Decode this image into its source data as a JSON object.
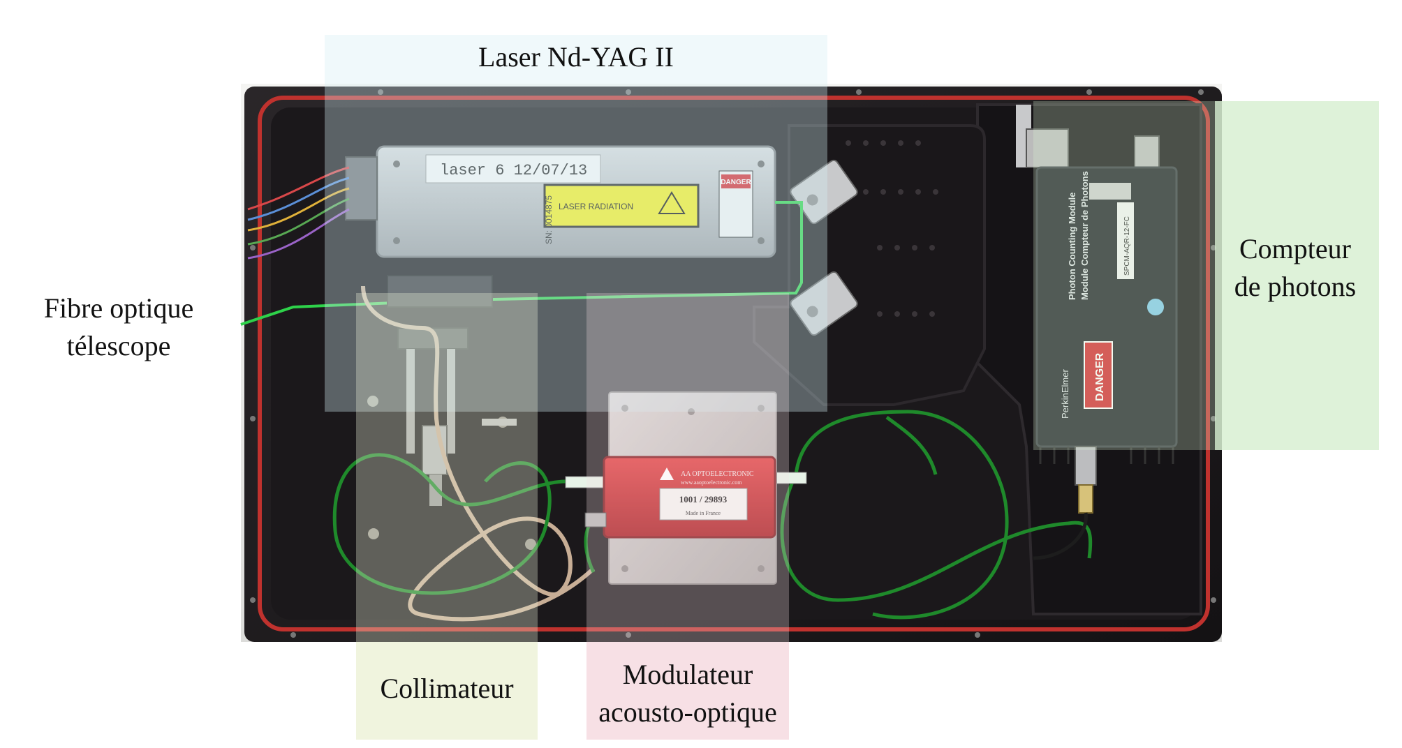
{
  "labels": {
    "laser": "Laser Nd-YAG II",
    "compteur_line1": "Compteur",
    "compteur_line2": "de photons",
    "fibre_line1": "Fibre optique",
    "fibre_line2": "télescope",
    "collimateur": "Collimateur",
    "modulateur_line1": "Modulateur",
    "modulateur_line2": "acousto-optique"
  },
  "photo_text": {
    "laser_tag": "laser  6  12/07/13",
    "serial": "SN: 0014875",
    "laser_warning": "LASER RADIATION",
    "danger": "DANGER",
    "modulator_brand": "AA OPTOELECTRONIC",
    "modulator_site": "www.aaoptoelectronic.com",
    "modulator_serial": "1001 / 29893",
    "modulator_origin": "Made in France",
    "photon_module_en": "Photon Counting Module",
    "photon_module_fr": "Module Compteur de Photons",
    "photon_model": "SPCM-AQR-12-FC",
    "photon_brand": "PerkinElmer",
    "photon_danger": "DANGER"
  },
  "colors": {
    "laser_highlight": "#d4eef4",
    "compteur_highlight": "#d8f0d2",
    "collimateur_highlight": "#eef3dc",
    "modulateur_highlight": "#f6dde2",
    "case_body": "#1d1a1d",
    "gasket": "#c0322e",
    "fiber_green": "#1f8a2b",
    "beam_green": "#2ed24a",
    "modulator_red": "#cf1f26",
    "laser_body": "#b9bbbd",
    "photon_module_body": "#1f2227"
  }
}
